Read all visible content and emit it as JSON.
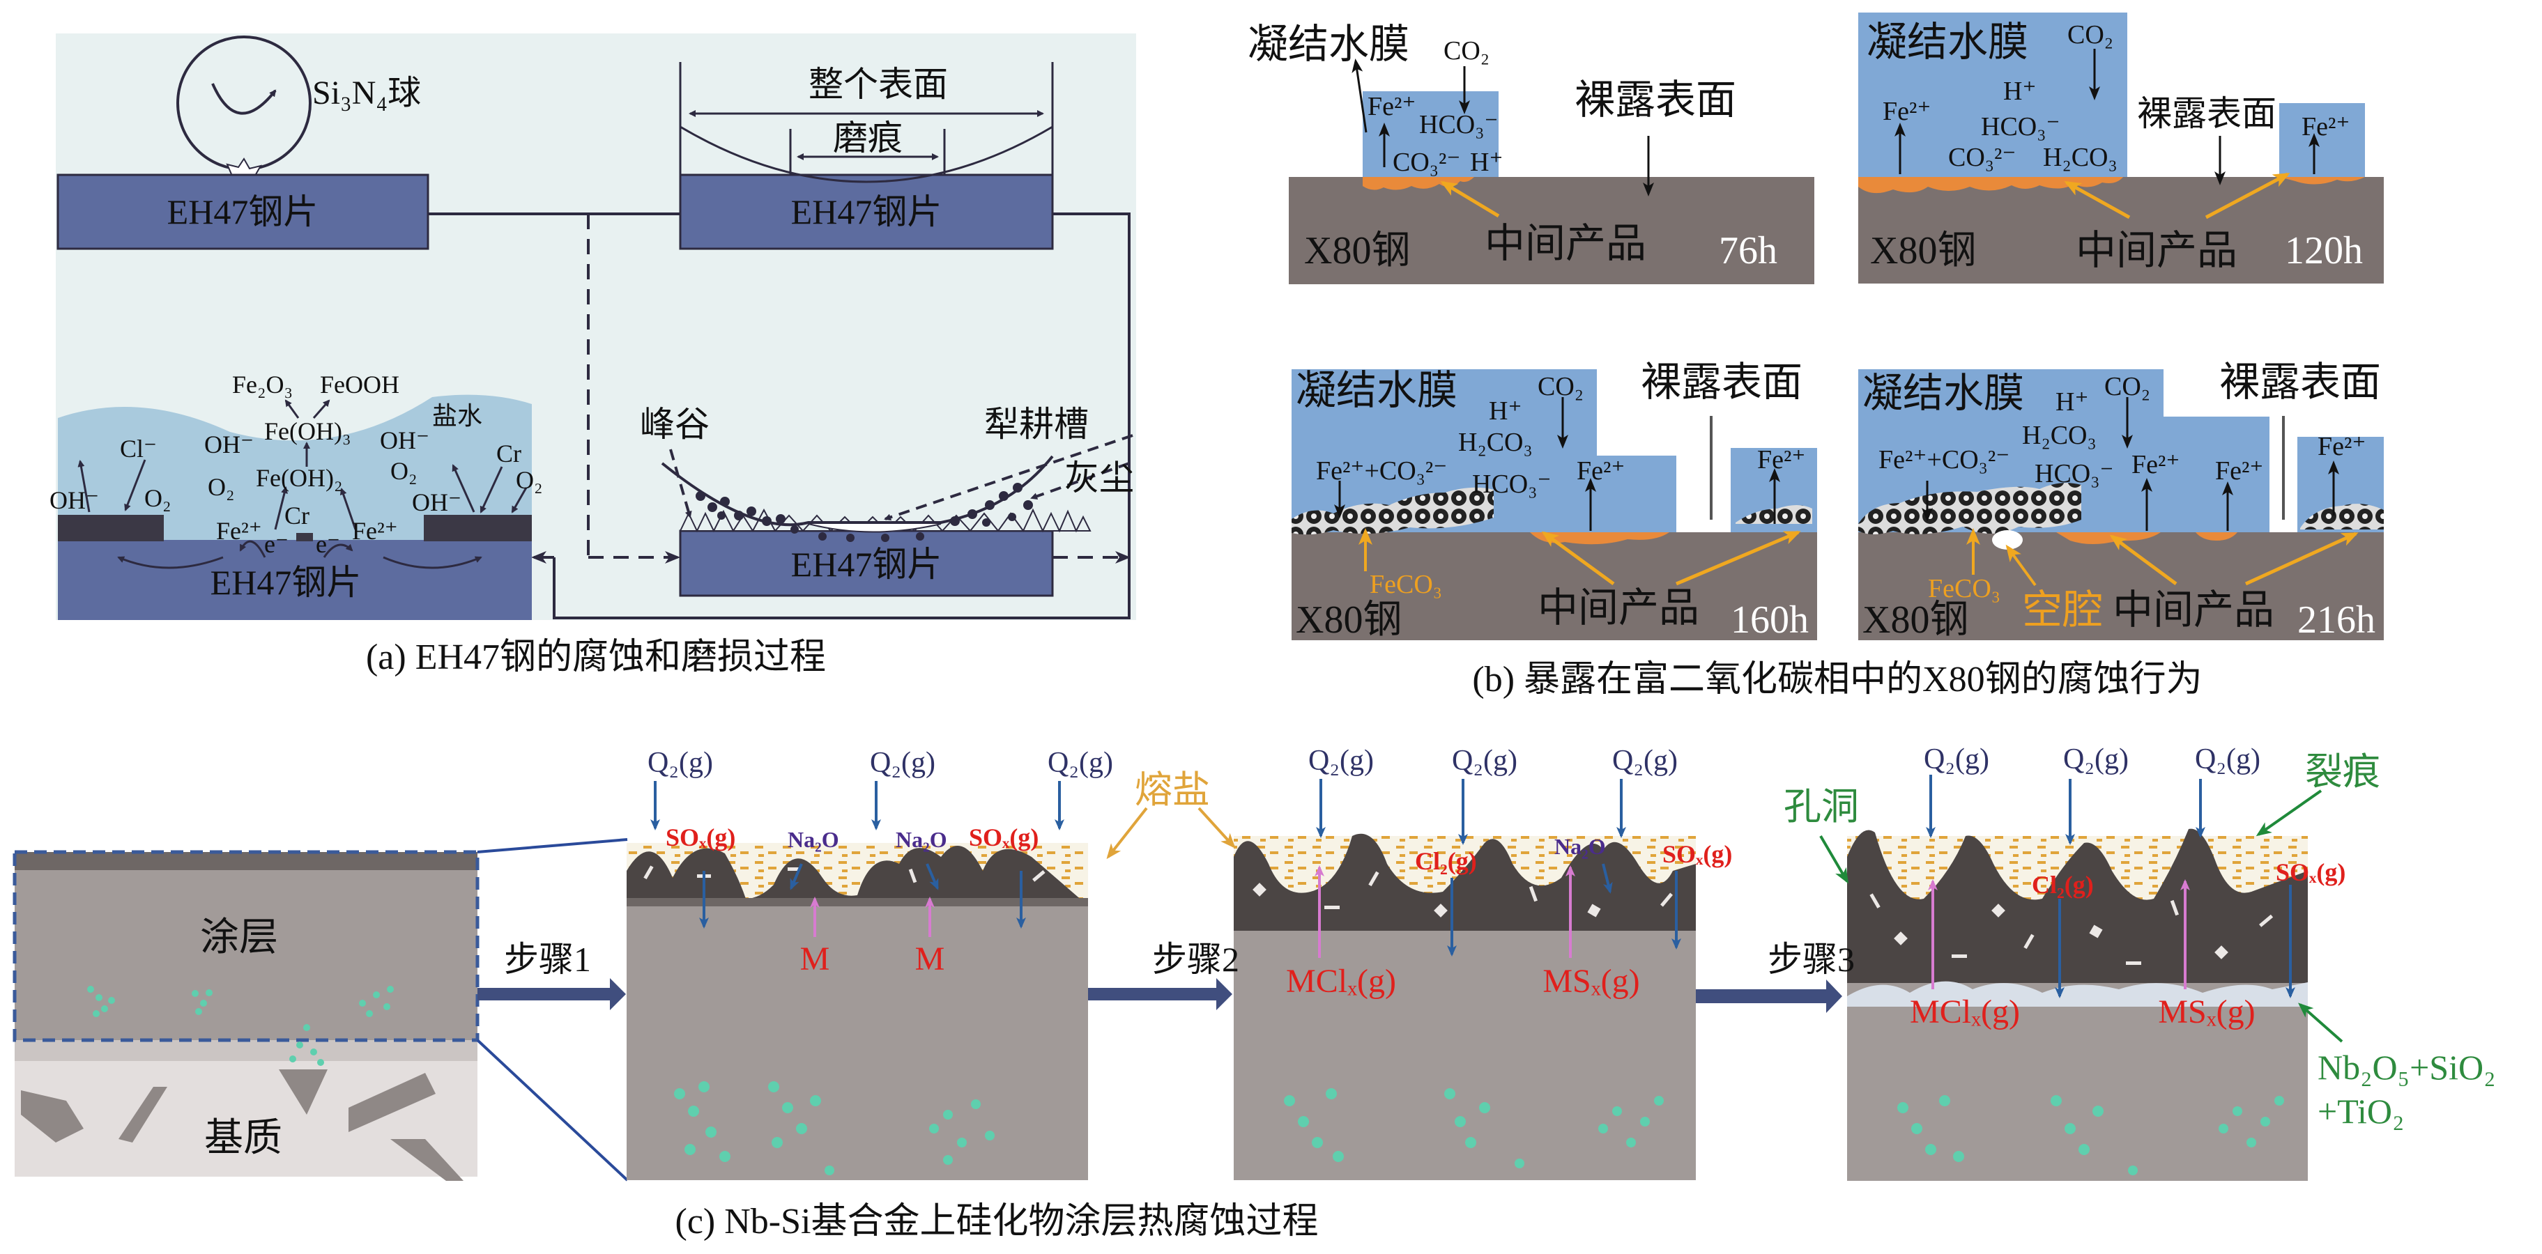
{
  "panel_a": {
    "caption": "(a) EH47钢的腐蚀和磨损过程",
    "plate_label": "EH47钢片",
    "ball_label": "Si₃N₄球",
    "whole_surface": "整个表面",
    "wear_scar": "磨痕",
    "peak_valley": "峰谷",
    "plough_groove": "犁耕槽",
    "dust": "灰尘",
    "salt_water": "盐水",
    "chem": {
      "fe2o3": "Fe₂O₃",
      "feooh": "FeOOH",
      "feoh3": "Fe(OH)₃",
      "feoh2": "Fe(OH)₂",
      "oh": "OH⁻",
      "cl": "Cl⁻",
      "o2": "O₂",
      "cr": "Cr",
      "fe2": "Fe²⁺",
      "e": "e⁻"
    }
  },
  "panel_b": {
    "caption": "(b) 暴露在富二氧化碳相中的X80钢的腐蚀行为",
    "water_film": "凝结水膜",
    "bare_surface": "裸露表面",
    "steel": "X80钢",
    "intermediate": "中间产品",
    "feco3": "FeCO₃",
    "cavity": "空腔",
    "times": [
      "76h",
      "120h",
      "160h",
      "216h"
    ],
    "chem": {
      "co2": "CO₂",
      "fe2": "Fe²⁺",
      "hco3": "HCO₃⁻",
      "co3": "CO₃²⁻",
      "h": "H⁺",
      "h2co3": "H₂CO₃",
      "fe_co3": "Fe²⁺+CO₃²⁻"
    }
  },
  "panel_c": {
    "caption": "(c) Nb-Si基合金上硅化物涂层热腐蚀过程",
    "coating": "涂层",
    "substrate": "基质",
    "steps": [
      "步骤1",
      "步骤2",
      "步骤3"
    ],
    "o2": "Q₂(g)",
    "sox": "SOₓ(g)",
    "na2o": "Na₂O",
    "m": "M",
    "molten_salt": "熔盐",
    "cl2": "Cl₂(g)",
    "mclx": "MClₓ(g)",
    "msx": "MSₓ(g)",
    "hole": "孔洞",
    "crack": "裂痕",
    "oxides_1": "Nb₂O₅+SiO₂",
    "oxides_2": "+TiO₂"
  },
  "colors": {
    "plate": "#5d6c9f",
    "pad": "#3b3845",
    "panel_a_bg": "#e8f1f1",
    "water": "#a9cadd",
    "film": "#80a8d5",
    "steel_gray": "#7b716f",
    "product": "#e98a3a",
    "coating_dark": "#4b4544",
    "coating_gray": "#a19a98",
    "teal": "#5fcfae",
    "arrow_navy": "#404e7e",
    "arrow_blue": "#2a5fa0"
  }
}
